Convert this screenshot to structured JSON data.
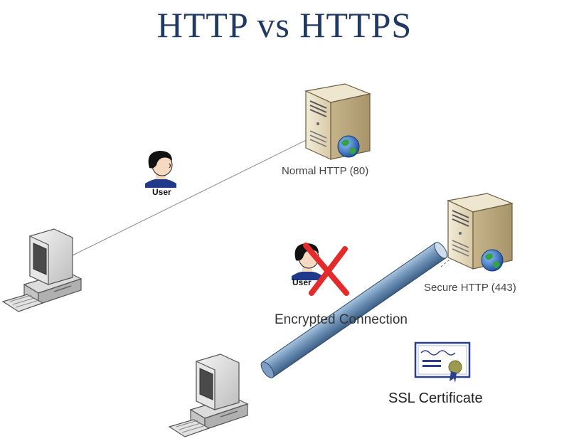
{
  "title": "HTTP vs HTTPS",
  "labels": {
    "normal_server": "Normal HTTP (80)",
    "secure_server": "Secure HTTP (443)",
    "user_top": "User",
    "user_mid": "User",
    "encrypted": "Encrypted Connection",
    "ssl": "SSL Certificate"
  },
  "colors": {
    "title": "#1f3864",
    "tube": "#6f93b8",
    "blocked_mark": "#e32b2b",
    "server_body": "#e8dcc0",
    "globe": "#2f6fc0"
  },
  "icons": {
    "server": "server-icon",
    "computer": "desktop-computer-icon",
    "user": "user-icon",
    "globe": "globe-icon",
    "blocked": "x-mark-icon",
    "certificate": "certificate-icon"
  }
}
